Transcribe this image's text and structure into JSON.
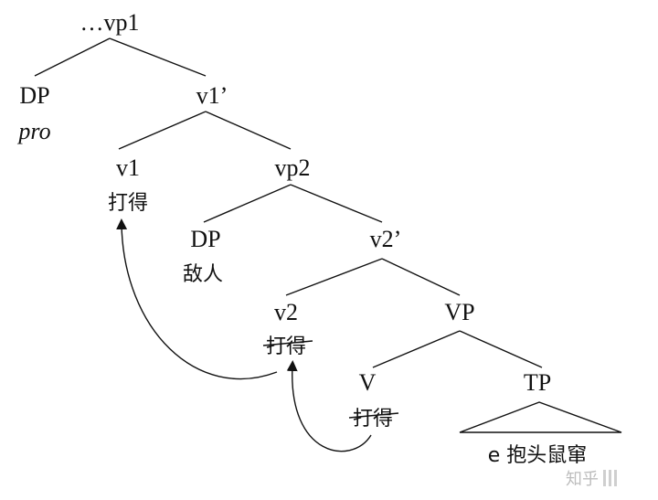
{
  "tree": {
    "root": "…vp1",
    "dp1": "DP",
    "pro": "pro",
    "v1bar": "v1’",
    "v1": "v1",
    "v1_word": "打得",
    "vp2": "vp2",
    "dp2": "DP",
    "dp2_word": "敌人",
    "v2bar": "v2’",
    "v2": "v2",
    "v2_word": "打得",
    "VP": "VP",
    "V": "V",
    "V_word": "打得",
    "TP": "TP",
    "tp_content": "e 抱头鼠窜"
  },
  "watermark": "知乎"
}
